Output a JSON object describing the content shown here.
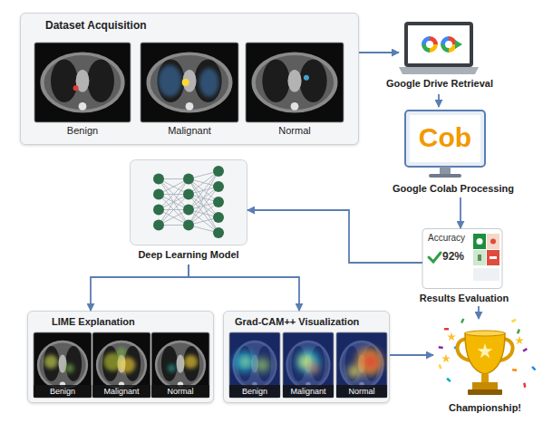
{
  "diagram": {
    "nodes": [
      {
        "text": [
          "Dataset Acquisition"
        ]
      },
      {
        "text": [
          "Benign"
        ],
        "in": 0
      },
      {
        "text": [
          "Malignant"
        ],
        "in": 0
      },
      {
        "text": [
          "Normal"
        ],
        "in": 0
      },
      {
        "text": [
          "Google Drive Retrieval"
        ]
      },
      {
        "text": [
          "Cob",
          "Google Colab Processing"
        ]
      },
      {
        "text": [
          "Deep Learning Model"
        ]
      },
      {
        "text": [
          "Accuracy",
          "92%",
          "Results Evaluation"
        ]
      },
      {
        "text": [
          "LIME Explanation"
        ]
      },
      {
        "text": [
          "Benign"
        ],
        "in": 8
      },
      {
        "text": [
          "Malignant"
        ],
        "in": 8
      },
      {
        "text": [
          "Normal"
        ],
        "in": 8
      },
      {
        "text": [
          "Grad-CAM++ Visualization"
        ]
      },
      {
        "text": [
          "Benign"
        ],
        "in": 12
      },
      {
        "text": [
          "Malignant"
        ],
        "in": 12
      },
      {
        "text": [
          "Normal"
        ],
        "in": 12
      },
      {
        "text": [
          "Championship!"
        ]
      }
    ],
    "edges": [
      {
        "from": 0,
        "to": 4,
        "arrow": "to"
      },
      {
        "from": 4,
        "to": 5,
        "arrow": "to"
      },
      {
        "from": 5,
        "to": 7,
        "arrow": "to"
      },
      {
        "from": 7,
        "to": 6,
        "arrow": "to"
      },
      {
        "from": 6,
        "to": 8,
        "arrow": "to"
      },
      {
        "from": 6,
        "to": 12,
        "arrow": "to"
      },
      {
        "from": 7,
        "to": 16,
        "arrow": "to"
      },
      {
        "from": 12,
        "to": 16,
        "arrow": "to"
      }
    ]
  }
}
